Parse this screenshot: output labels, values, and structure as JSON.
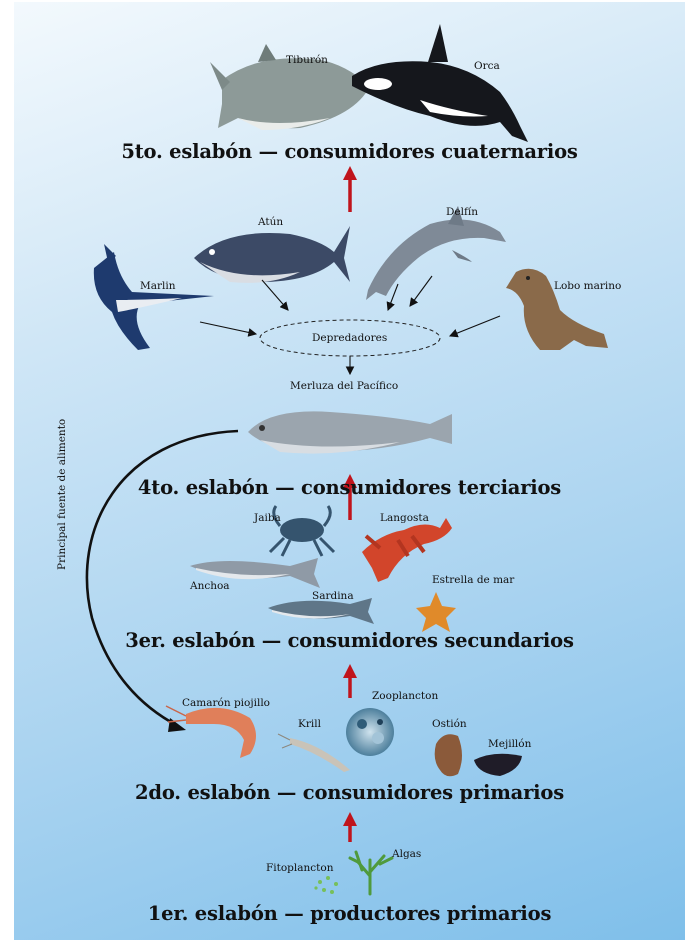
{
  "levels": {
    "l5": "5to. eslabón — consumidores cuaternarios",
    "l4": "4to. eslabón — consumidores terciarios",
    "l3": "3er. eslabón — consumidores secundarios",
    "l2": "2do. eslabón — consumidores primarios",
    "l1": "1er. eslabón — productores primarios"
  },
  "organisms": {
    "tiburon": "Tiburón",
    "orca": "Orca",
    "atun": "Atún",
    "delfin": "Delfín",
    "marlin": "Marlin",
    "lobo_marino": "Lobo marino",
    "depredadores": "Depredadores",
    "merluza": "Merluza del Pacífico",
    "jaiba": "Jaiba",
    "langosta": "Langosta",
    "anchoa": "Anchoa",
    "sardina": "Sardina",
    "estrella": "Estrella de mar",
    "camaron": "Camarón piojillo",
    "krill": "Krill",
    "zooplancton": "Zooplancton",
    "ostion": "Ostión",
    "mejillon": "Mejillón",
    "fitoplancton": "Fitoplancton",
    "algas": "Algas"
  },
  "side_note": "Principal fuente de alimento",
  "colors": {
    "arrow_red": "#c0141c",
    "background_top": "#f3f9fd",
    "background_bottom": "#7fbfea"
  }
}
